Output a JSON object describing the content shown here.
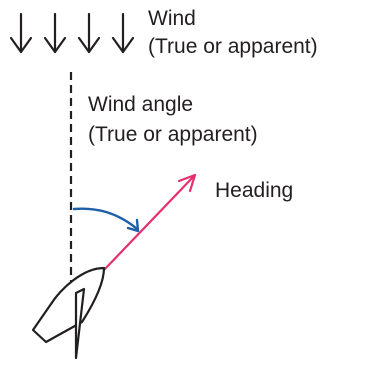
{
  "labels": {
    "wind": "Wind",
    "wind_mode": "(True or apparent)",
    "wind_angle": "Wind angle",
    "wind_angle_mode": "(True or apparent)",
    "heading": "Heading"
  },
  "colors": {
    "text": "#231f20",
    "heading_arrow": "#e6316e",
    "angle_arc": "#1e5fa8",
    "reference_line": "#231f20",
    "boat_outline": "#231f20",
    "boat_fill": "#ffffff"
  },
  "icons": {
    "wind_arrows": "down-arrow-icon",
    "heading": "arrow-icon",
    "boat": "sailboat-icon"
  }
}
